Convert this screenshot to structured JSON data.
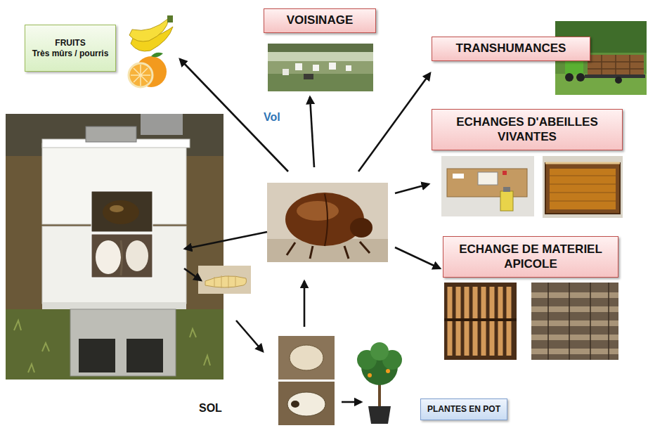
{
  "diagram": {
    "nodes": [
      {
        "text": [
          "FRUITS",
          "Très mûrs / pourris"
        ]
      },
      {
        "text": [
          "VOISINAGE"
        ]
      },
      {
        "text": [
          "TRANSHUMANCES"
        ]
      },
      {
        "text": [
          "ECHANGES D'ABEILLES VIVANTES"
        ]
      },
      {
        "text": [
          "ECHANGE DE MATERIEL APICOLE"
        ]
      },
      {
        "text": [
          "PLANTES EN POT"
        ]
      }
    ],
    "labels": [
      "Vol",
      "SOL"
    ]
  }
}
